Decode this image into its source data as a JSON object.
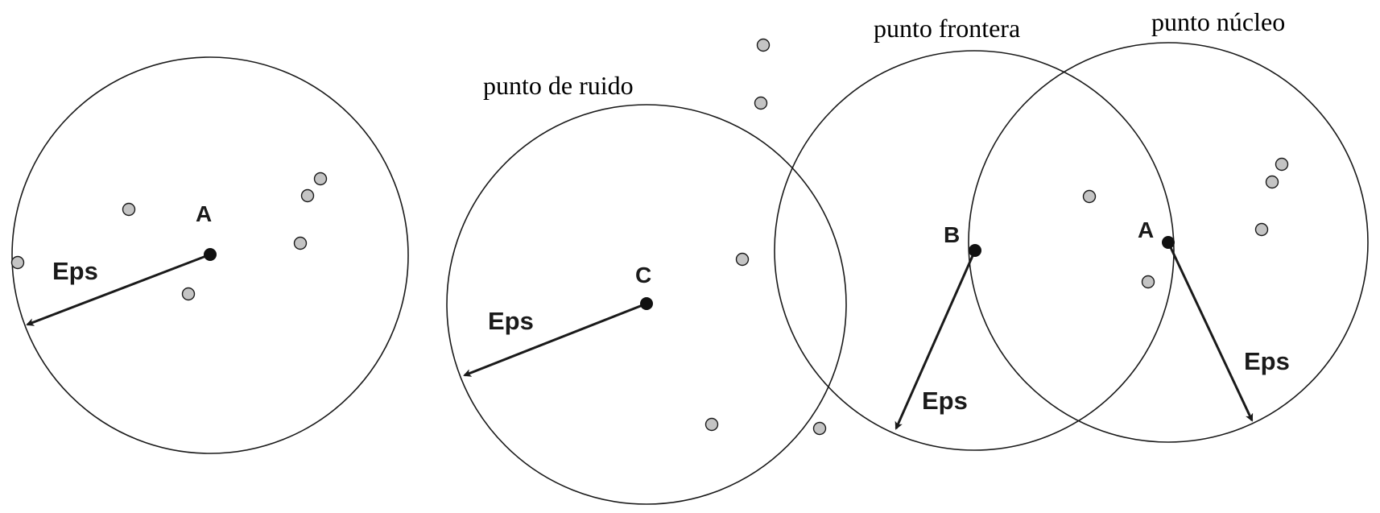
{
  "captions": {
    "noise": "punto de ruido",
    "border": "punto frontera",
    "core": "punto núcleo"
  },
  "points": {
    "left_a": "A",
    "noise_c": "C",
    "border_b": "B",
    "core_a": "A"
  },
  "eps": {
    "left": "Eps",
    "noise": "Eps",
    "border": "Eps",
    "core": "Eps"
  }
}
